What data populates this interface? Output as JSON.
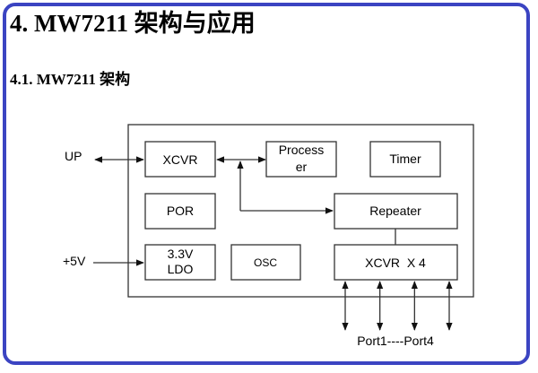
{
  "heading": "4. MW7211 架构与应用",
  "subheading": "4.1. MW7211 架构",
  "colors": {
    "frame_border": "#3b44c2",
    "lines": "#333333"
  },
  "diagram": {
    "external_labels": {
      "up": "UP",
      "power": "+5V",
      "ports": "Port1----Port4"
    },
    "blocks": {
      "xcvr": "XCVR",
      "processor_line1": "Process",
      "processor_line2": "er",
      "timer": "Timer",
      "por": "POR",
      "repeater": "Repeater",
      "ldo_line1": "3.3V",
      "ldo_line2": "LDO",
      "osc": "OSC",
      "xcvr_x4": "XCVR  X 4"
    },
    "port_count": 4
  }
}
